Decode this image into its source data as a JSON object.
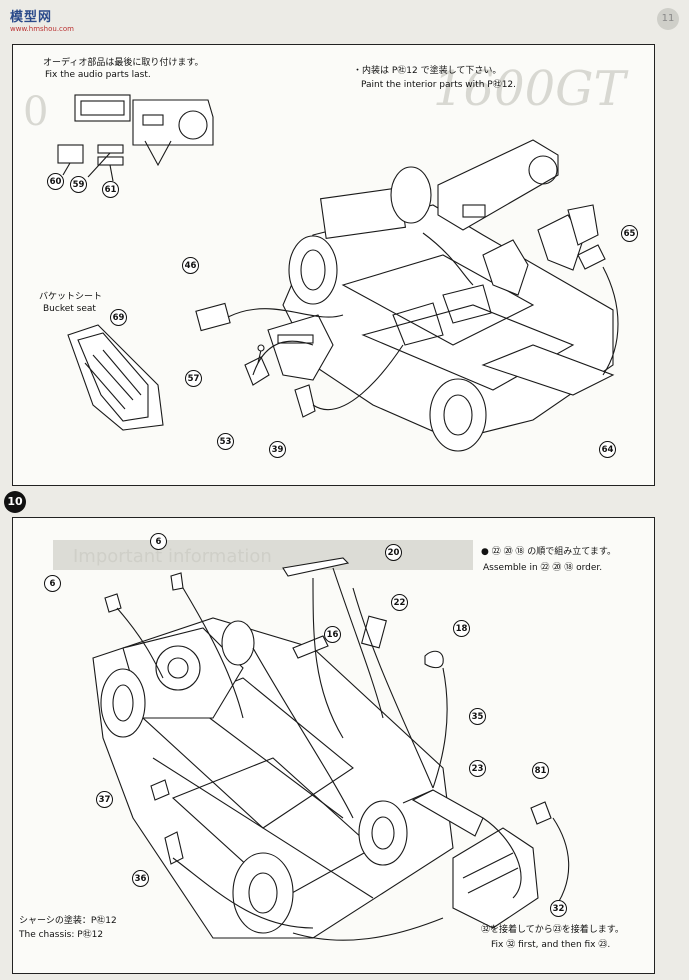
{
  "header": {
    "logo": "模型网",
    "logo_sub": "www.hmshou.com",
    "corner_mark": "11"
  },
  "panel_top": {
    "audio_note_jp": "オーディオ部品は最後に取り付けます。",
    "audio_note_en": "Fix the audio parts last.",
    "interior_note_jp": "・内装は P㊓12 で塗装して下さい。",
    "interior_note_en": "Paint the interior parts with P㊓12.",
    "bucket_seat_jp": "バケットシート",
    "bucket_seat_en": "Bucket seat",
    "parts": [
      "60",
      "59",
      "61",
      "46",
      "57",
      "53",
      "39",
      "69",
      "65",
      "64"
    ]
  },
  "step": {
    "number": "10"
  },
  "panel_bottom": {
    "order_note_jp": "● ㉒ ⑳ ⑱ の順で組み立てます。",
    "order_note_en": "Assemble in ㉒ ⑳ ⑱ order.",
    "chassis_jp": "シャーシの塗装：P㊓12",
    "chassis_en": "The chassis: P㊓12",
    "fix_note_jp": "㉜を接着してから㉓を接着します。",
    "fix_note_en": "Fix ㉜ first, and then fix ㉓.",
    "parts": [
      "6",
      "6",
      "20",
      "22",
      "16",
      "18",
      "35",
      "23",
      "81",
      "37",
      "36",
      "32"
    ]
  }
}
